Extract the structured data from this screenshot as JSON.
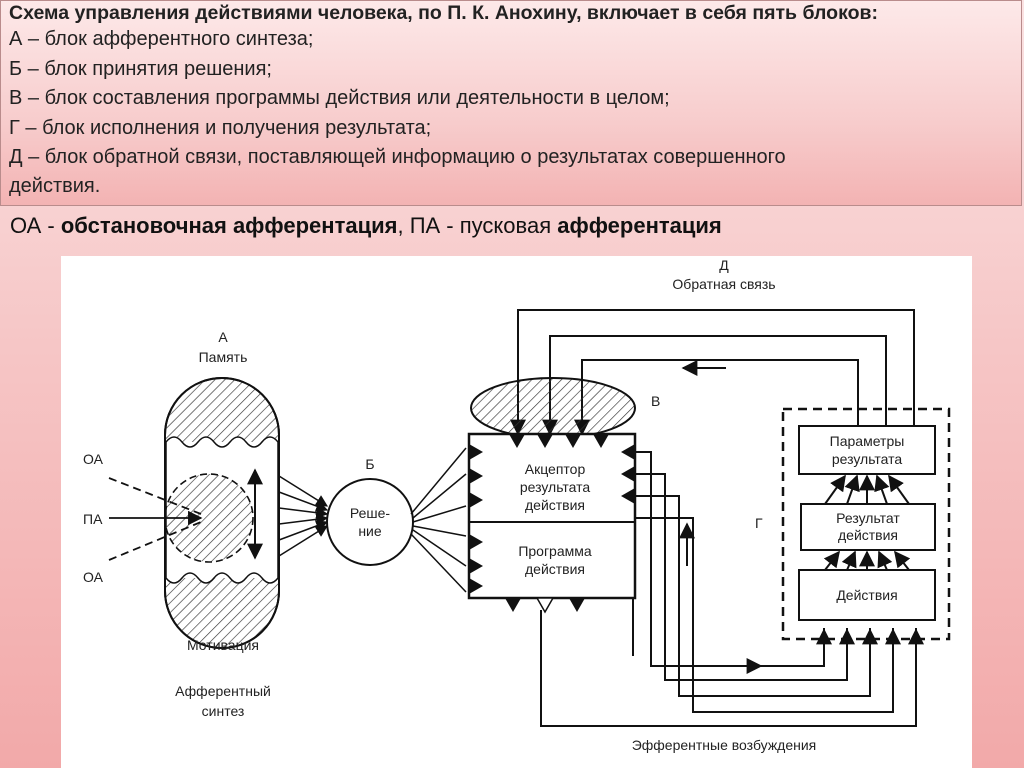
{
  "header": {
    "title": "Схема управления действиями человека, по П. К. Анохину, включает в себя пять блоков:",
    "items": [
      "А – блок афферентного синтеза;",
      "Б – блок принятия решения;",
      "В – блок составления программы действия или деятельности в целом;",
      "Г – блок исполнения и получения результата;",
      "Д – блок обратной связи, поставляющей информацию о результатах совершенного",
      "действия."
    ]
  },
  "legend": {
    "oa": "ОА - ",
    "oa_term": "обстановочная афферентация",
    "sep": ", ПА - пусковая ",
    "pa_term": "афферентация"
  },
  "diagram": {
    "label_d": "Д",
    "label_feedback": "Обратная связь",
    "label_a": "А",
    "label_memory": "Память",
    "label_motivation": "Мотивация",
    "label_aff_synth_1": "Афферентный",
    "label_aff_synth_2": "синтез",
    "label_oa_top": "ОА",
    "label_pa": "ПА",
    "label_oa_bottom": "ОА",
    "label_b": "Б",
    "label_decision_1": "Реше-",
    "label_decision_2": "ние",
    "label_v": "В",
    "label_acceptor_1": "Акцептор",
    "label_acceptor_2": "результата",
    "label_acceptor_3": "действия",
    "label_program_1": "Программа",
    "label_program_2": "действия",
    "label_g": "Г",
    "label_params_1": "Параметры",
    "label_params_2": "результата",
    "label_result_1": "Результат",
    "label_result_2": "действия",
    "label_actions": "Действия",
    "label_efferent": "Эфферентные возбуждения"
  }
}
